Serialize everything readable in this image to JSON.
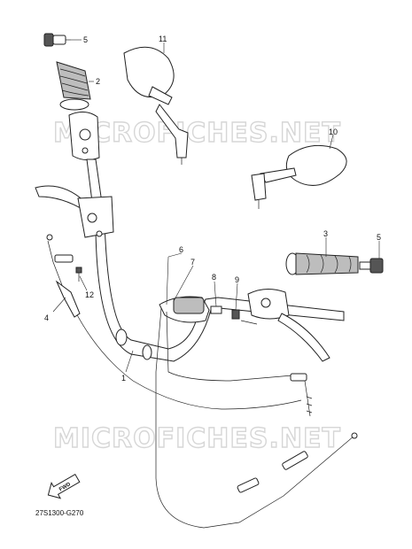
{
  "watermarks": [
    "MICROFICHES.NET",
    "MICROFICHES.NET"
  ],
  "diagram_code": "27S1300-G270",
  "fwd_label": "FWD",
  "callouts": [
    "5",
    "2",
    "11",
    "10",
    "3",
    "5",
    "6",
    "7",
    "8",
    "9",
    "12",
    "4",
    "1"
  ]
}
